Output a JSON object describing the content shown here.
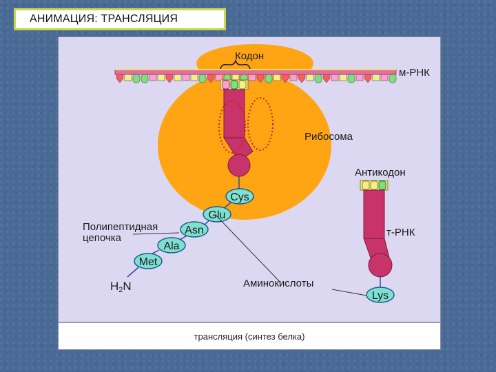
{
  "slide": {
    "title": "АНИМАЦИЯ: ТРАНСЛЯЦИЯ"
  },
  "diagram": {
    "labels": {
      "codon": "Кодон",
      "mrna": "м-РНК",
      "ribosome": "Рибосома",
      "anticodon": "Антикодон",
      "trna": "т-РНК",
      "polypeptide_line1": "Полипептидная",
      "polypeptide_line2": "цепочка",
      "amino_acids": "Аминокислоты",
      "h2n_h": "H",
      "h2n_sub": "2",
      "h2n_n": "N"
    },
    "amino_acids": {
      "cys": "Cys",
      "glu": "Glu",
      "asn": "Asn",
      "ala": "Ala",
      "met": "Met",
      "lys": "Lys"
    },
    "caption": "трансляция (синтез белка)",
    "colors": {
      "ribosome": "#ffa514",
      "trna": "#c8346a",
      "amino_acid_fill": "#7fe0d2",
      "mrna_backbone": "#e070a0",
      "background": "#dcd8f2"
    }
  }
}
